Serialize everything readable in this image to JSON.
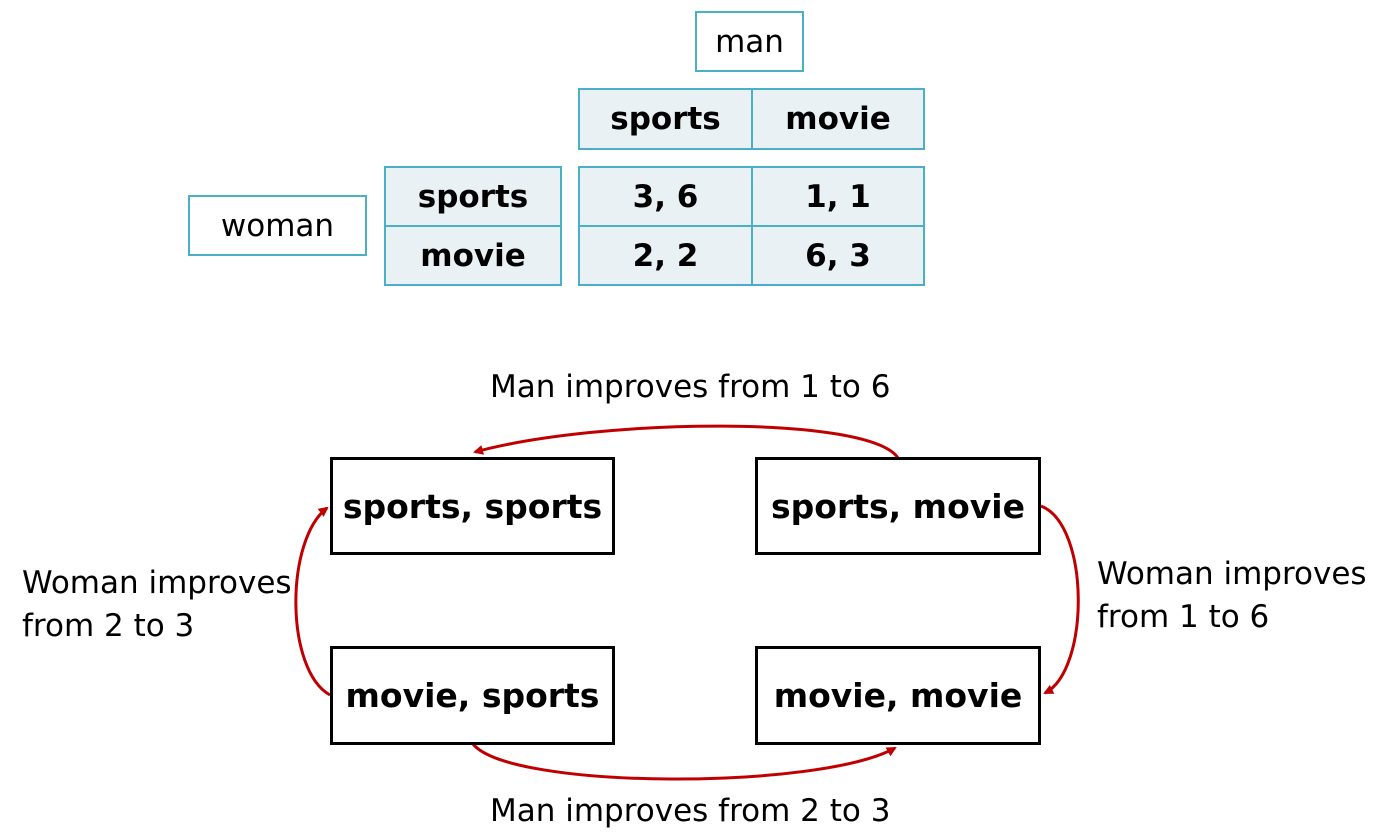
{
  "payoff_table": {
    "column_player": "man",
    "row_player": "woman",
    "column_headers": [
      "sports",
      "movie"
    ],
    "row_headers": [
      "sports",
      "movie"
    ],
    "cells": [
      [
        "3, 6",
        "1, 1"
      ],
      [
        "2, 2",
        "6, 3"
      ]
    ]
  },
  "states": {
    "sports_sports": "sports, sports",
    "sports_movie": "sports, movie",
    "movie_sports": "movie, sports",
    "movie_movie": "movie, movie"
  },
  "transitions": {
    "top": "Man improves from 1 to 6",
    "bottom": "Man improves from 2 to 3",
    "left_line1": "Woman improves",
    "left_line2": "from 2 to 3",
    "right_line1": "Woman improves",
    "right_line2": "from 1 to 6"
  },
  "colors": {
    "table_border": "#4ab0c6",
    "table_fill": "#eaf1f5",
    "arrow": "#c00000"
  }
}
